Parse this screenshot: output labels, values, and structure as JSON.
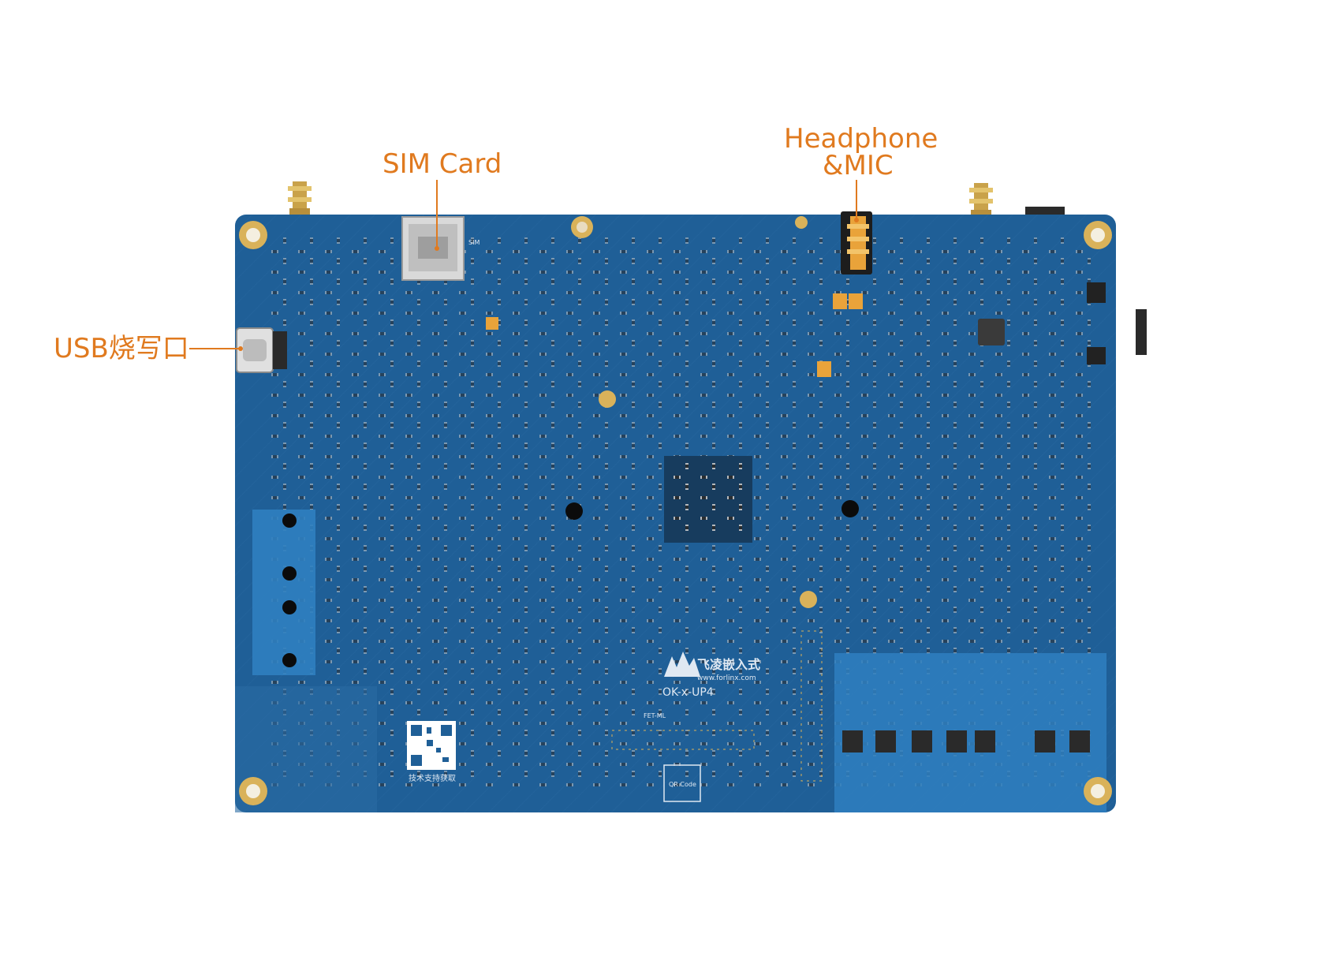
{
  "callouts": {
    "sim": "SIM Card",
    "headphone_line1": "Headphone",
    "headphone_line2": "&MIC",
    "usb": "USB烧写口"
  },
  "board_text": {
    "brand": "飞凌嵌入式",
    "url": "www.forlinx.com",
    "model": "OK-x-UP4",
    "fet": "FET-ML",
    "qr_caption": "技术支持获取",
    "qr_code": "QR Code",
    "sim_label": "SIM"
  },
  "colors": {
    "background": "#ffffff",
    "pcb": "#1f5f97",
    "accent": "#e07a1f",
    "gold": "#d9b25a"
  }
}
